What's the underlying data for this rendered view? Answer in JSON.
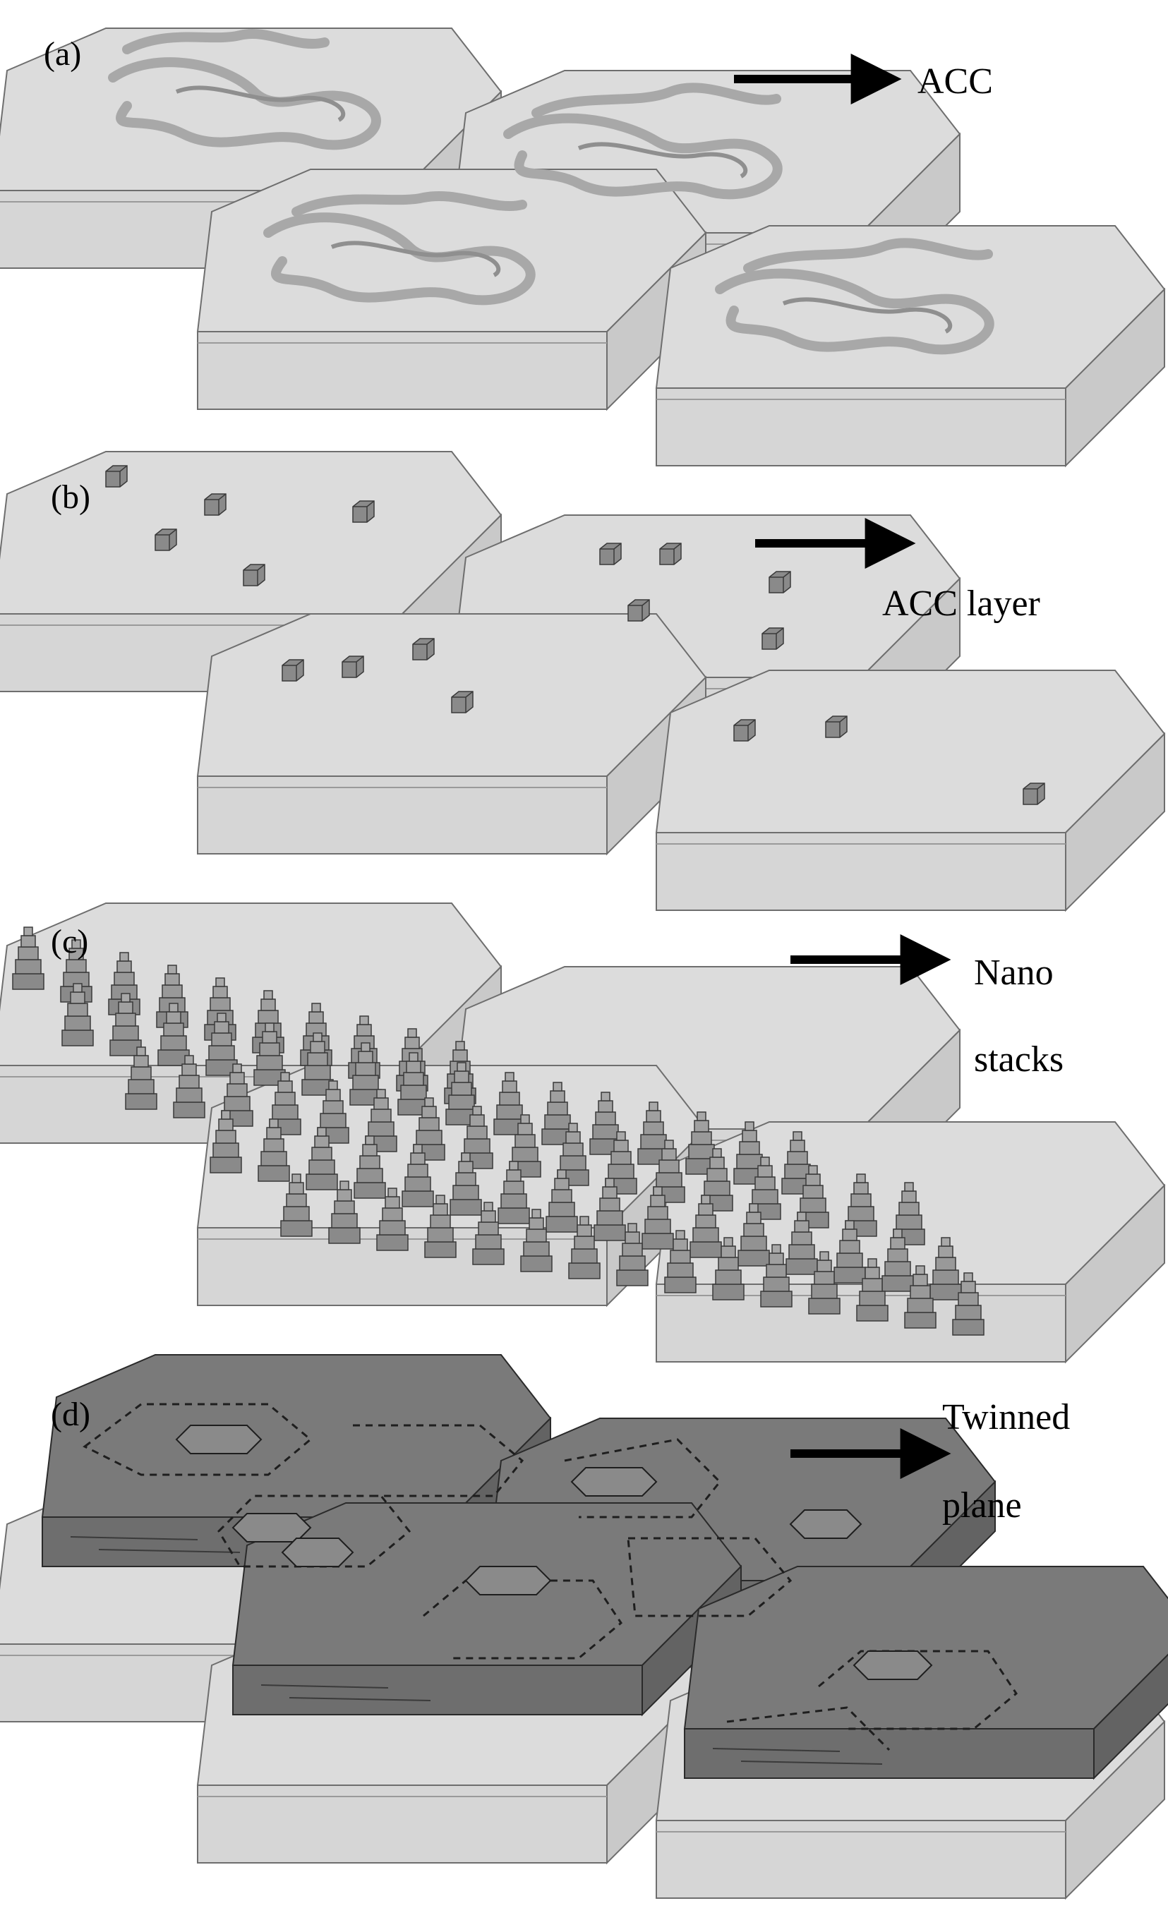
{
  "panels": [
    {
      "id": "a",
      "panel_label": "(a)",
      "annotation_lines": [
        "ACC"
      ]
    },
    {
      "id": "b",
      "panel_label": "(b)",
      "annotation_lines": [
        "ACC layer"
      ]
    },
    {
      "id": "c",
      "panel_label": "(c)",
      "annotation_lines": [
        "Nano",
        "stacks"
      ]
    },
    {
      "id": "d",
      "panel_label": "(d)",
      "annotation_lines": [
        "Twinned",
        "plane"
      ]
    }
  ],
  "colors": {
    "plate_top": "#dcdcdc",
    "plate_front": "#d4d4d4",
    "plate_side": "#c8c8c8",
    "edge": "#6e6e6e",
    "acc_squiggle": "#a8a8a8",
    "nano_block": "#8a8a8a",
    "twinned_layer": "#7a7a7a",
    "arrow": "#000000"
  }
}
